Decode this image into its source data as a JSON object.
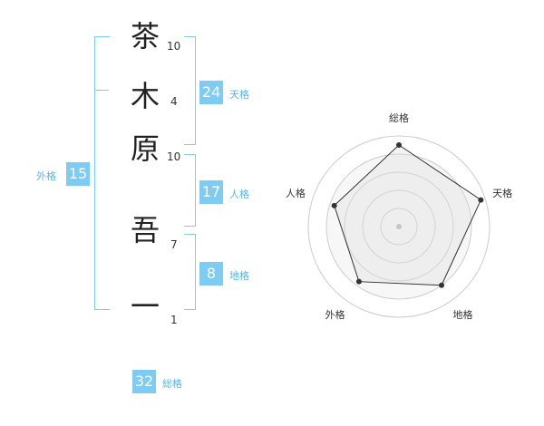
{
  "characters": [
    {
      "char": "茶",
      "strokes": "10"
    },
    {
      "char": "木",
      "strokes": "4"
    },
    {
      "char": "原",
      "strokes": "10"
    },
    {
      "char": "吾",
      "strokes": "7"
    },
    {
      "char": "一",
      "strokes": "1"
    }
  ],
  "kakusu": {
    "tenkaku": {
      "value": "24",
      "label": "天格"
    },
    "jinkaku": {
      "value": "17",
      "label": "人格"
    },
    "chikaku": {
      "value": "8",
      "label": "地格"
    },
    "gaikaku": {
      "value": "15",
      "label": "外格"
    },
    "soukaku": {
      "value": "32",
      "label": "総格"
    }
  },
  "radar": {
    "axes": [
      "総格",
      "天格",
      "地格",
      "外格",
      "人格"
    ],
    "values": [
      0.9,
      0.95,
      0.8,
      0.75,
      0.75
    ],
    "accent_color": "#7ecbf3"
  }
}
